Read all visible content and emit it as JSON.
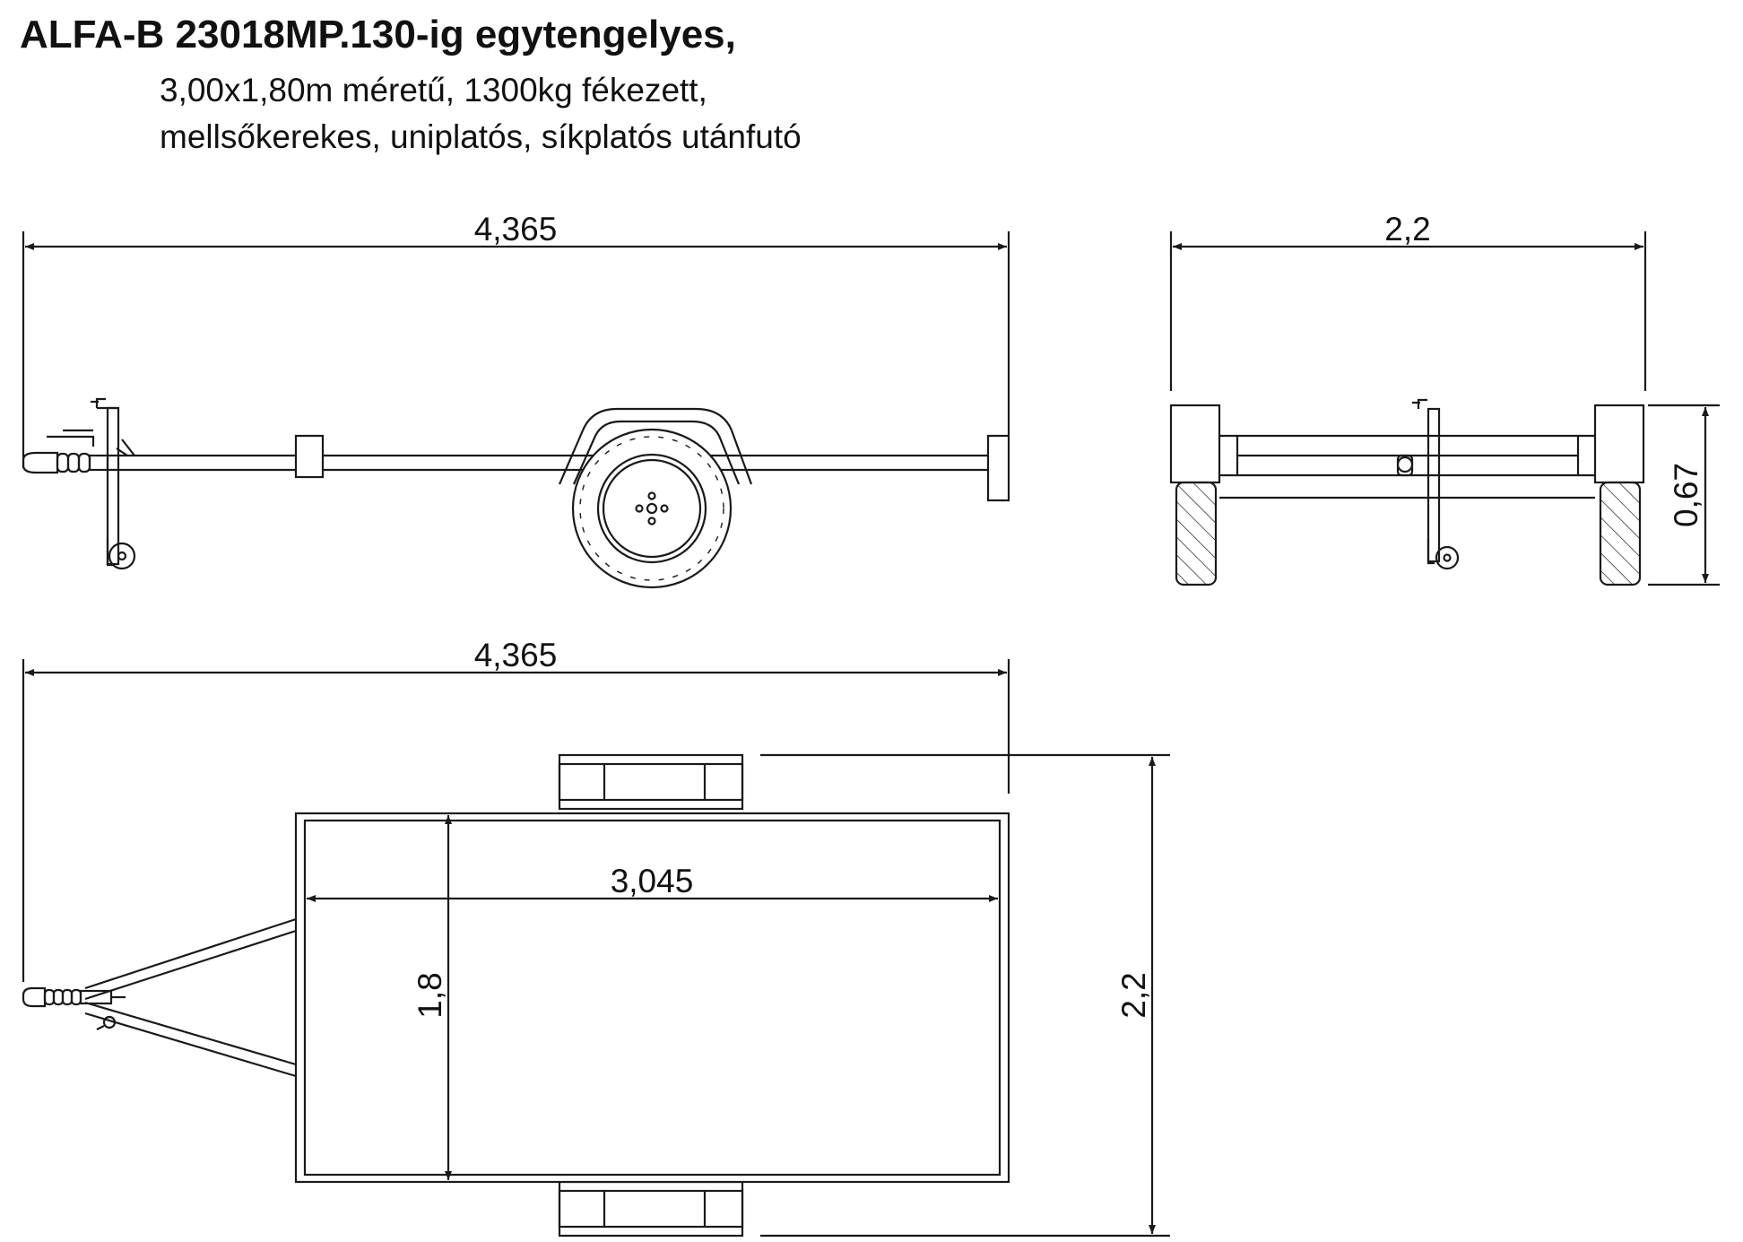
{
  "title": {
    "line1": "ALFA-B 23018MP.130-ig egytengelyes,",
    "line2": "3,00x1,80m méretű, 1300kg fékezett,",
    "line3": "mellsőkerekes, uniplatós, síkplatós utánfutó"
  },
  "dimensions": {
    "side_length": "4,365",
    "front_width": "2,2",
    "front_height": "0,67",
    "top_length": "4,365",
    "deck_length": "3,045",
    "deck_width": "1,8",
    "overall_width": "2,2"
  },
  "colors": {
    "line": "#1a1a1a",
    "fill": "#ffffff"
  }
}
